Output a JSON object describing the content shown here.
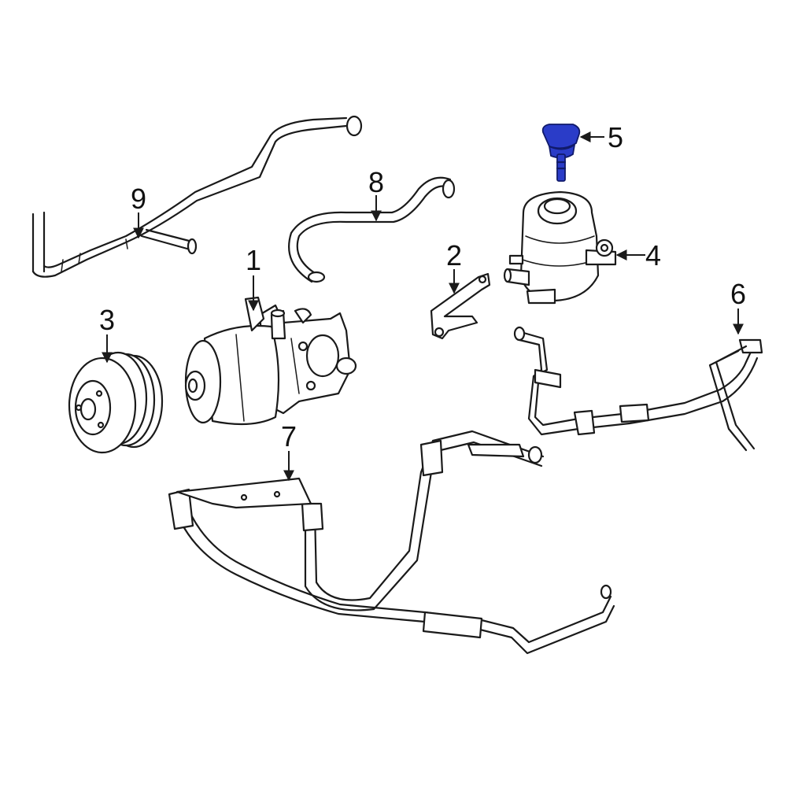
{
  "colors": {
    "line": "#1a1a1a",
    "highlight": "#2a3cc8",
    "background": "#ffffff"
  },
  "callouts": [
    "1",
    "2",
    "3",
    "4",
    "5",
    "6",
    "7",
    "8",
    "9"
  ],
  "highlighted_part": "5"
}
